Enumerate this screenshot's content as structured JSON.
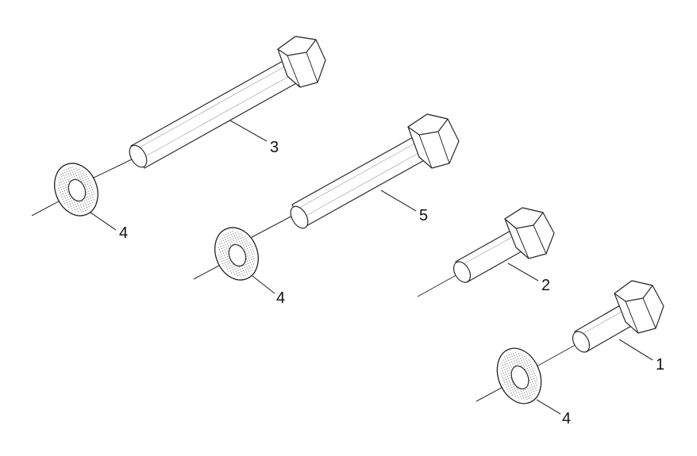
{
  "callouts": {
    "c1": "1",
    "c2": "2",
    "c3": "3",
    "c4a": "4",
    "c4b": "4",
    "c4c": "4",
    "c5": "5"
  }
}
